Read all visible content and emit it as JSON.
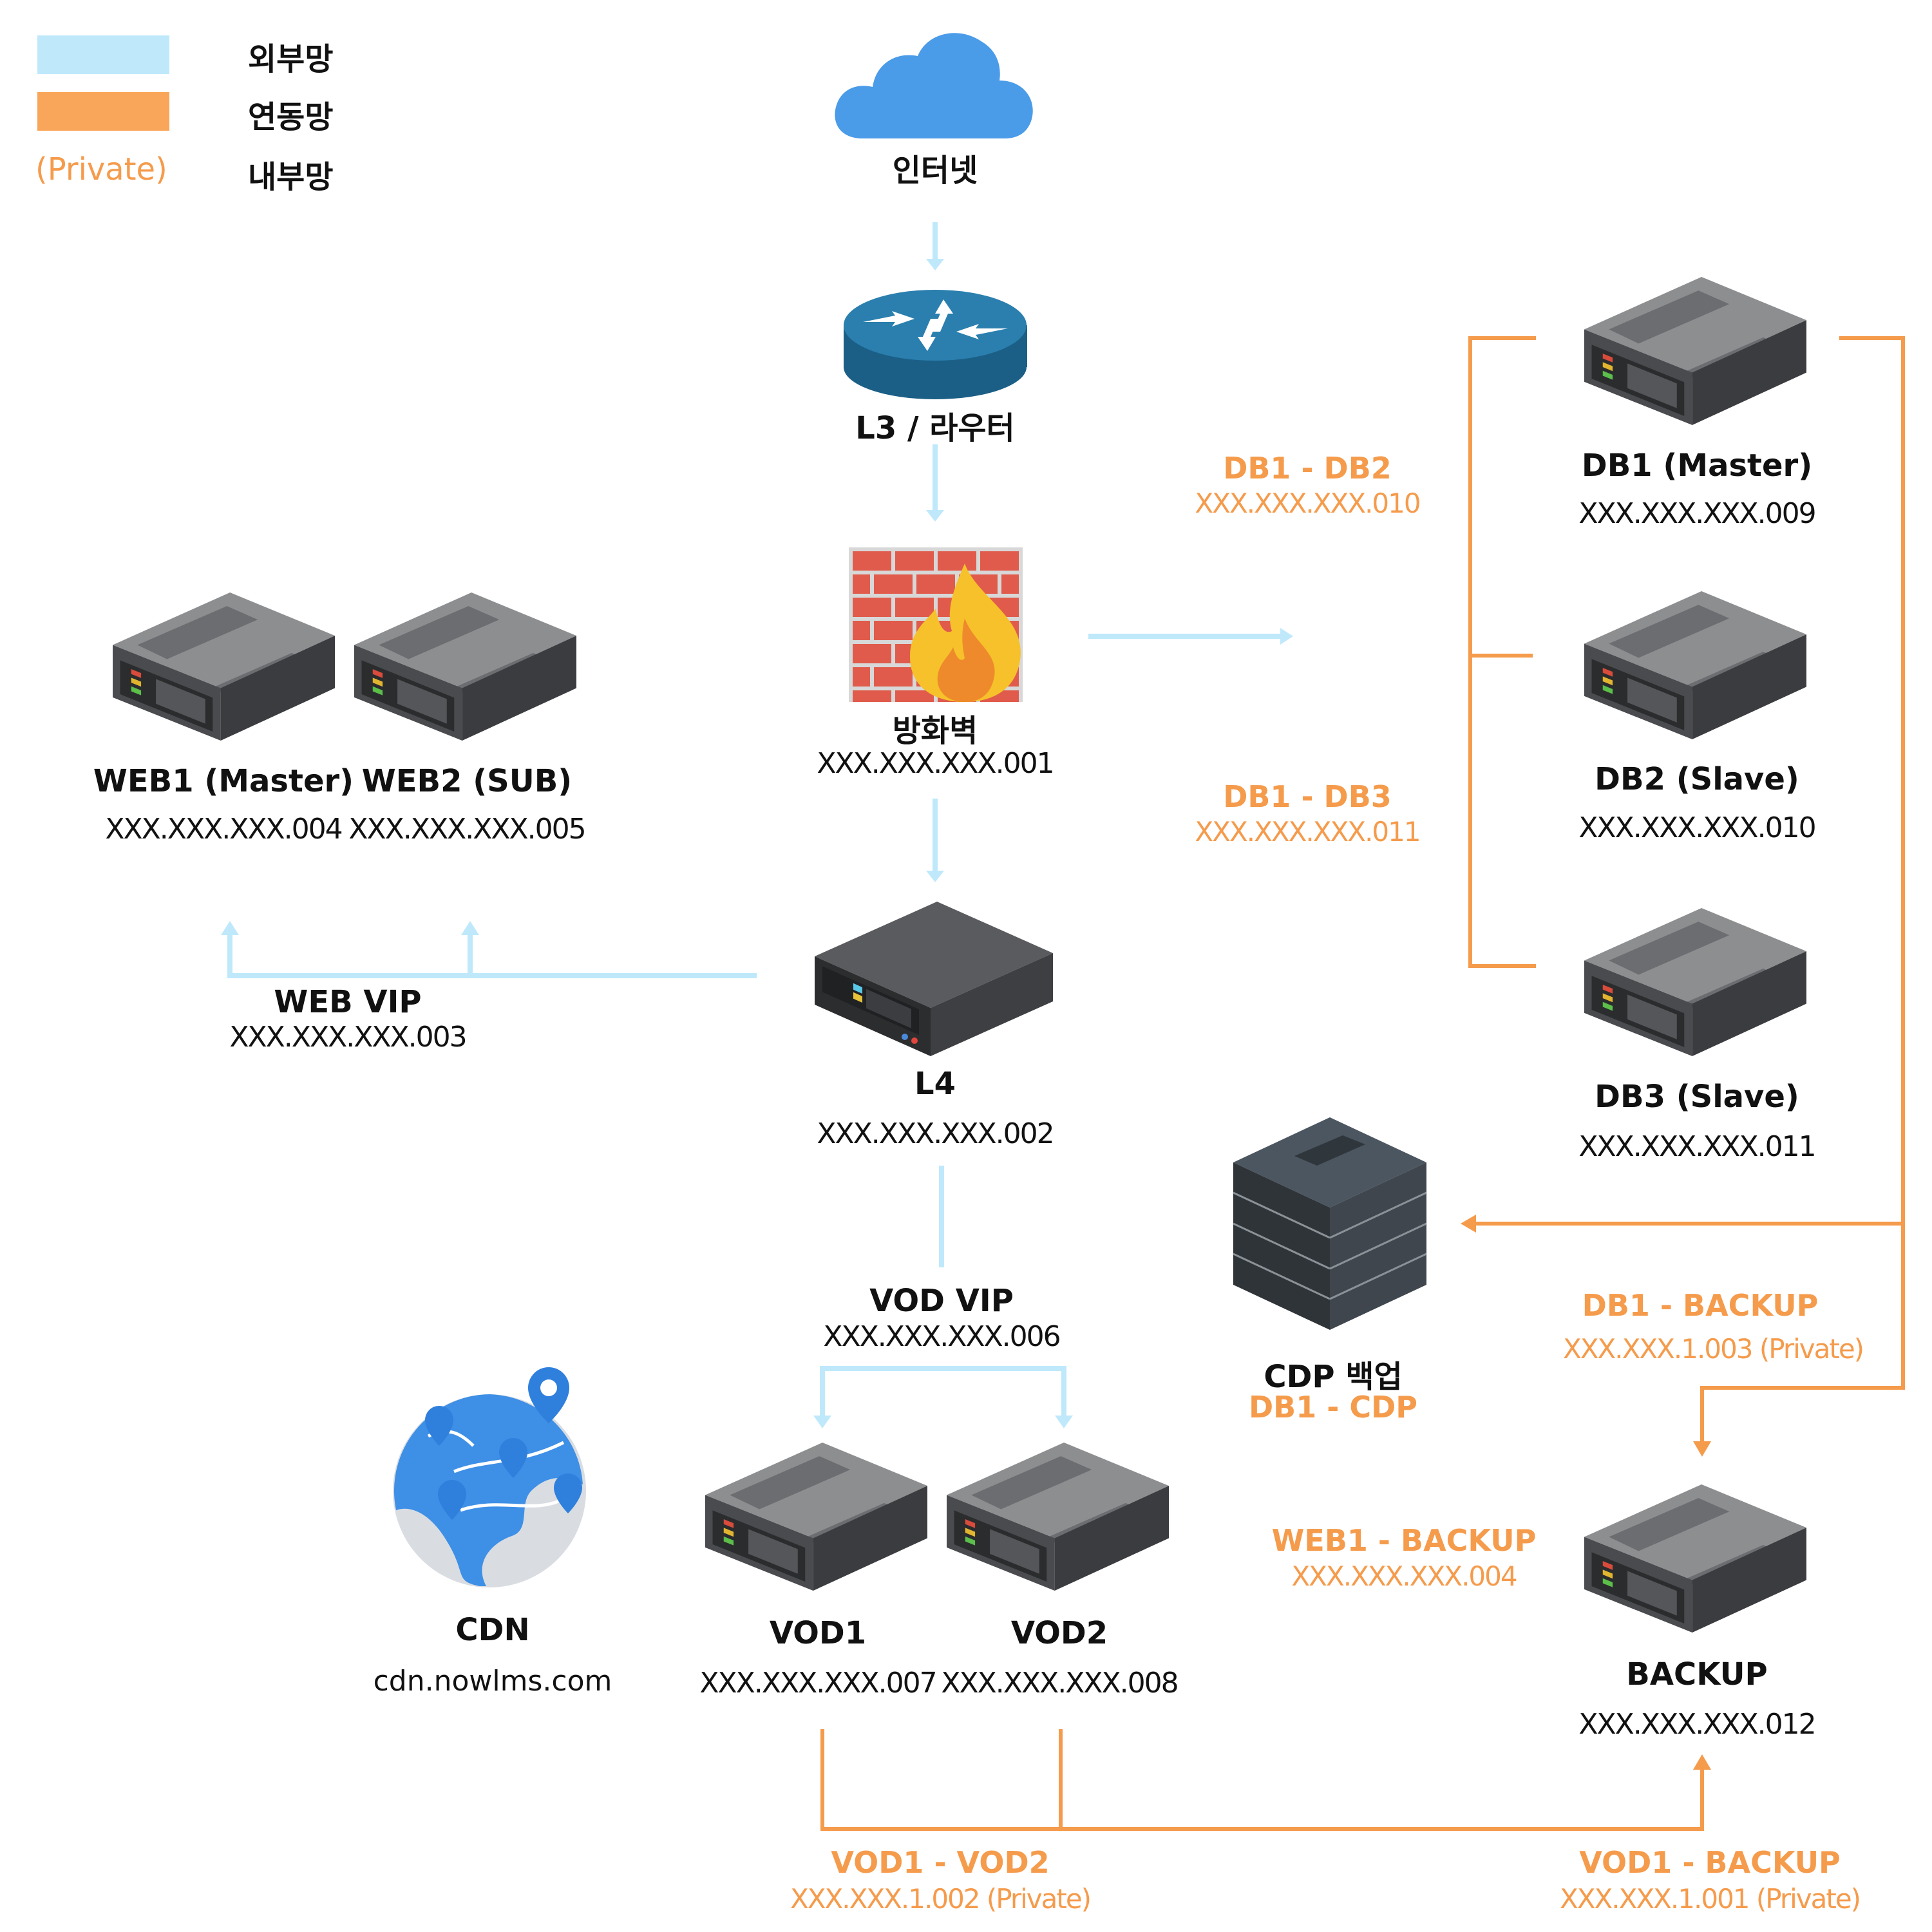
{
  "legend": {
    "external": {
      "swatch_color": "#bfe9fb",
      "label": "외부망"
    },
    "linked": {
      "swatch_color": "#f9a65a",
      "label": "연동망"
    },
    "internal": {
      "marker": "(Private)",
      "label": "내부망"
    }
  },
  "colors": {
    "external_line": "#bfe9fb",
    "linked_line": "#f59b4c"
  },
  "nodes": {
    "internet": {
      "icon": "cloud-icon",
      "name": "인터넷"
    },
    "router": {
      "icon": "router-icon",
      "name": "L3 / 라우터"
    },
    "firewall": {
      "icon": "firewall-icon",
      "name": "방화벽",
      "ip": "XXX.XXX.XXX.001"
    },
    "l4": {
      "icon": "l4-switch-icon",
      "name": "L4",
      "ip": "XXX.XXX.XXX.002"
    },
    "web1": {
      "icon": "server-icon",
      "name": "WEB1 (Master)",
      "ip": "XXX.XXX.XXX.004"
    },
    "web2": {
      "icon": "server-icon",
      "name": "WEB2 (SUB)",
      "ip": "XXX.XXX.XXX.005"
    },
    "web_vip": {
      "name": "WEB VIP",
      "ip": "XXX.XXX.XXX.003"
    },
    "vod_vip": {
      "name": "VOD VIP",
      "ip": "XXX.XXX.XXX.006"
    },
    "vod1": {
      "icon": "server-icon",
      "name": "VOD1",
      "ip": "XXX.XXX.XXX.007"
    },
    "vod2": {
      "icon": "server-icon",
      "name": "VOD2",
      "ip": "XXX.XXX.XXX.008"
    },
    "cdn": {
      "icon": "globe-icon",
      "name": "CDN",
      "host": "cdn.nowlms.com"
    },
    "db1": {
      "icon": "server-icon",
      "name": "DB1 (Master)",
      "ip": "XXX.XXX.XXX.009"
    },
    "db2": {
      "icon": "server-icon",
      "name": "DB2 (Slave)",
      "ip": "XXX.XXX.XXX.010"
    },
    "db3": {
      "icon": "server-icon",
      "name": "DB3 (Slave)",
      "ip": "XXX.XXX.XXX.011"
    },
    "cdp": {
      "icon": "storage-stack-icon",
      "name": "CDP 백업",
      "sub": "DB1 - CDP"
    },
    "backup": {
      "icon": "server-icon",
      "name": "BACKUP",
      "ip": "XXX.XXX.XXX.012"
    }
  },
  "links": {
    "db1_db2": {
      "name": "DB1 - DB2",
      "ip": "XXX.XXX.XXX.010"
    },
    "db1_db3": {
      "name": "DB1 - DB3",
      "ip": "XXX.XXX.XXX.011"
    },
    "db1_backup": {
      "name": "DB1 - BACKUP",
      "ip": "XXX.XXX.1.003 (Private)"
    },
    "web1_backup": {
      "name": "WEB1 - BACKUP",
      "ip": "XXX.XXX.XXX.004"
    },
    "vod1_vod2": {
      "name": "VOD1 - VOD2",
      "ip": "XXX.XXX.1.002 (Private)"
    },
    "vod1_backup": {
      "name": "VOD1 - BACKUP",
      "ip": "XXX.XXX.1.001 (Private)"
    }
  }
}
